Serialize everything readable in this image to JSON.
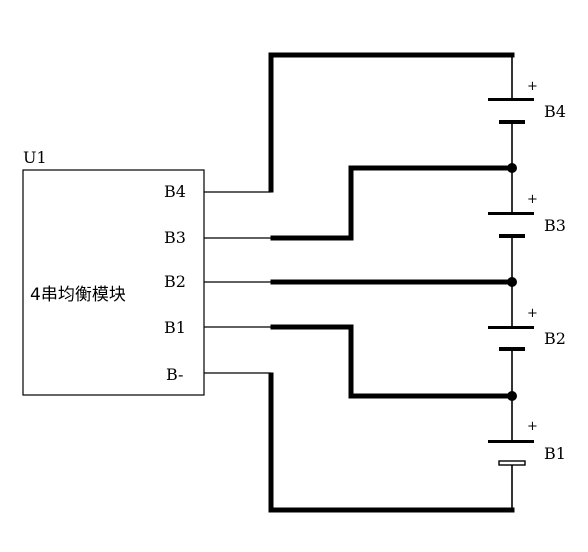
{
  "module": {
    "ref": "U1",
    "name": "4串均衡模块",
    "pins": [
      "B4",
      "B3",
      "B2",
      "B1",
      "B-"
    ]
  },
  "batteries": [
    {
      "label": "B4",
      "polarity": "+"
    },
    {
      "label": "B3",
      "polarity": "+"
    },
    {
      "label": "B2",
      "polarity": "+"
    },
    {
      "label": "B1",
      "polarity": "+"
    }
  ],
  "colors": {
    "wire": "#000000",
    "background": "#ffffff"
  }
}
